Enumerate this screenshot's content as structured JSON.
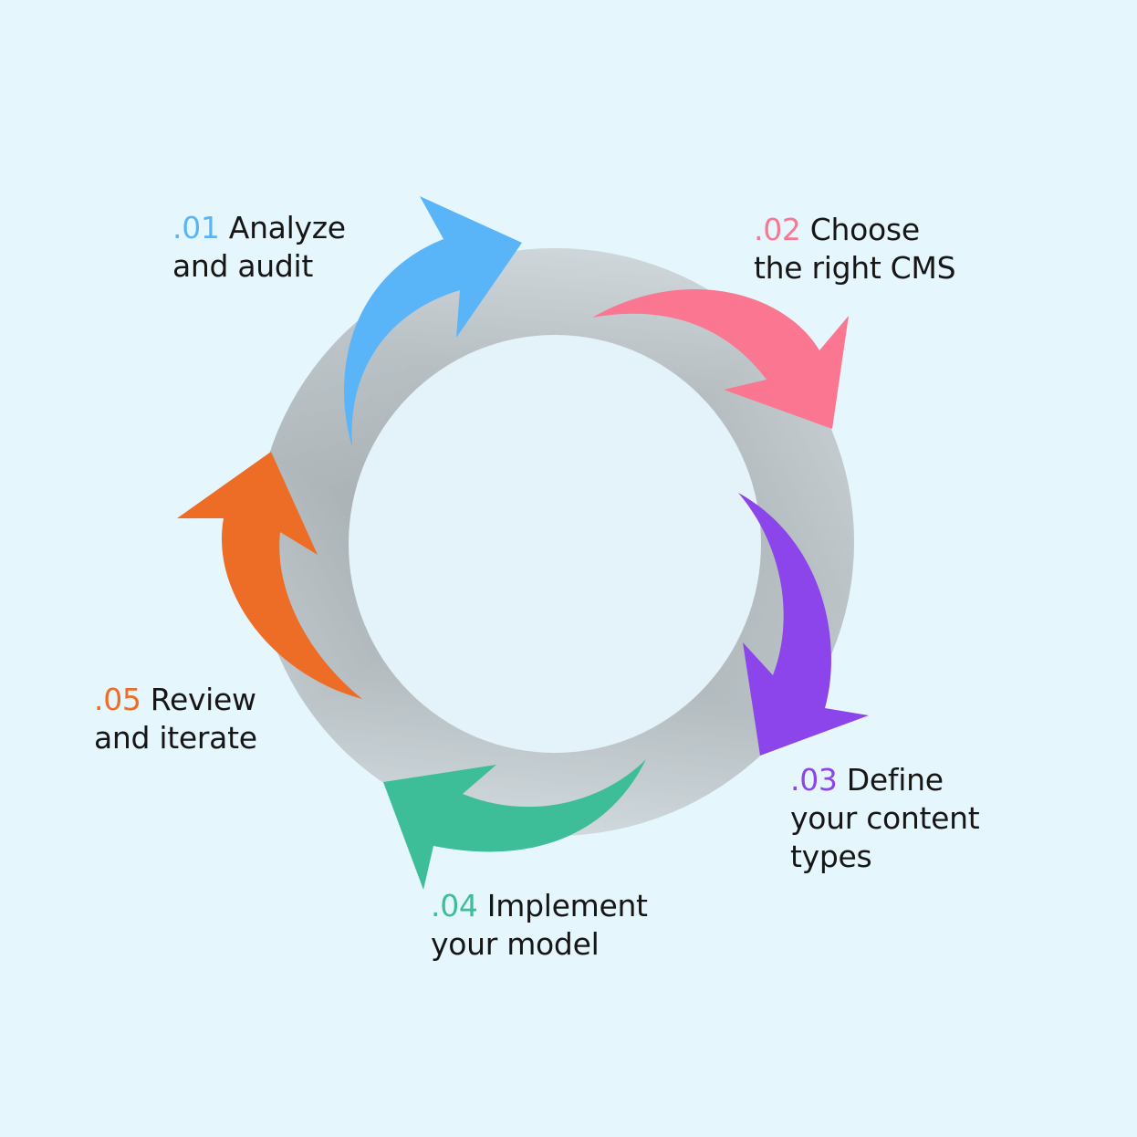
{
  "diagram": {
    "type": "cycle",
    "background": "#e6f6fd",
    "ring_colors": {
      "light": "#dde6ea",
      "dark": "#9ea6aa",
      "center": "#e4f3f9"
    },
    "steps": [
      {
        "number": ".01",
        "title": "Analyze",
        "line2": "and audit",
        "color": "#5ab4f8",
        "direction": "clockwise"
      },
      {
        "number": ".02",
        "title": "Choose",
        "line2": "the right CMS",
        "color": "#fb7690",
        "direction": "clockwise"
      },
      {
        "number": ".03",
        "title": "Define",
        "line2": "your content",
        "line3": "types",
        "color": "#8c45ea",
        "direction": "clockwise"
      },
      {
        "number": ".04",
        "title": "Implement",
        "line2": "your model",
        "color": "#3dbe98",
        "direction": "clockwise"
      },
      {
        "number": ".05",
        "title": "Review",
        "line2": "and iterate",
        "color": "#ee6d26",
        "direction": "clockwise"
      }
    ]
  }
}
